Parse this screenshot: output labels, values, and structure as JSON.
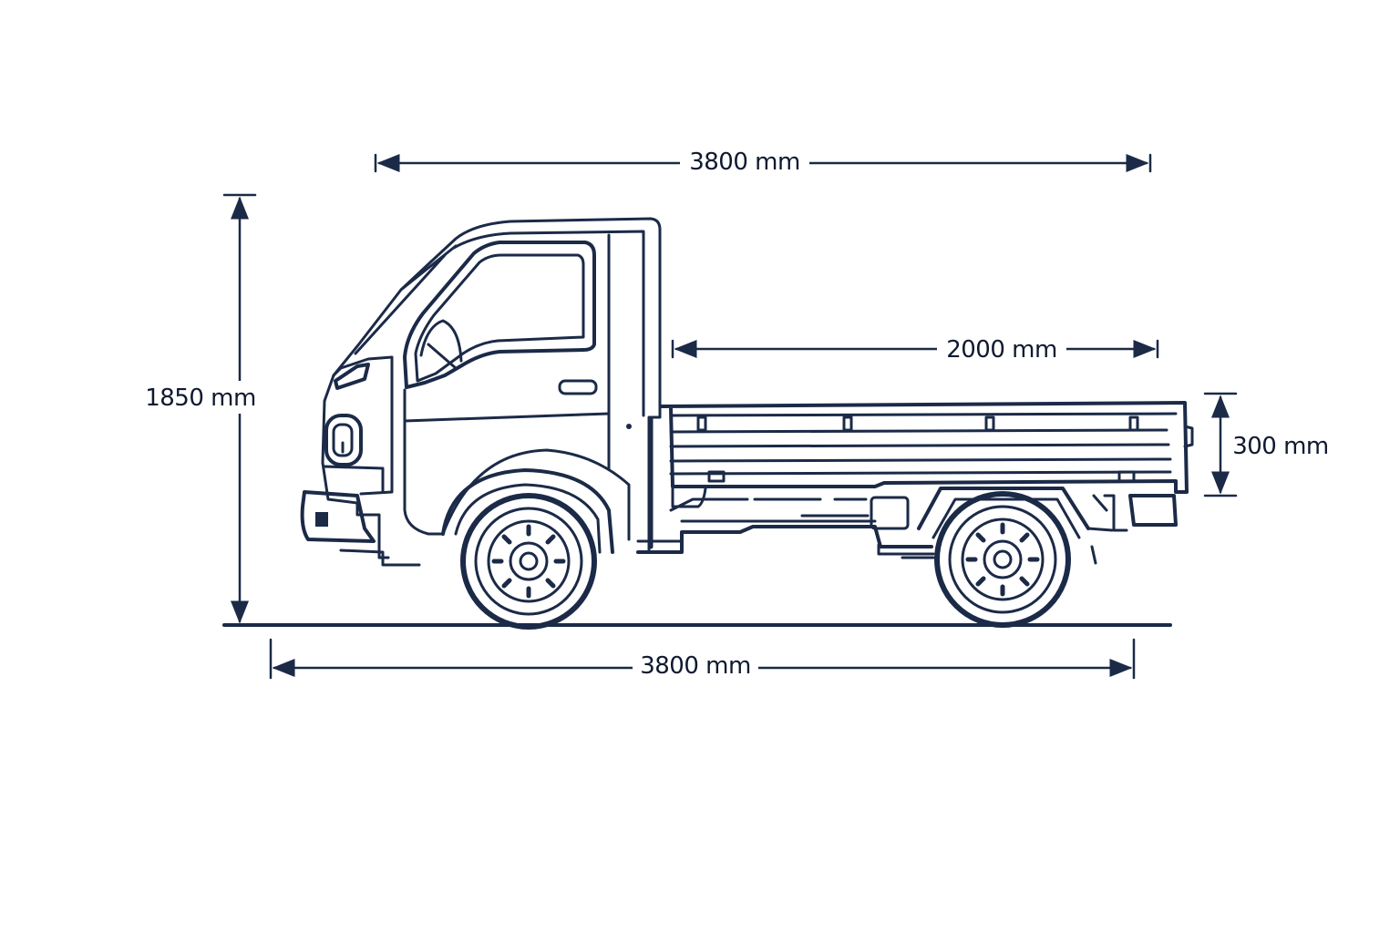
{
  "dimensions": {
    "overall_length_top": "3800 mm",
    "overall_height": "1850 mm",
    "cargo_bed_length": "2000 mm",
    "cargo_bed_side_height": "300 mm",
    "overall_length_bottom": "3800 mm"
  },
  "colors": {
    "line": "#1b2a47",
    "background": "#ffffff"
  }
}
